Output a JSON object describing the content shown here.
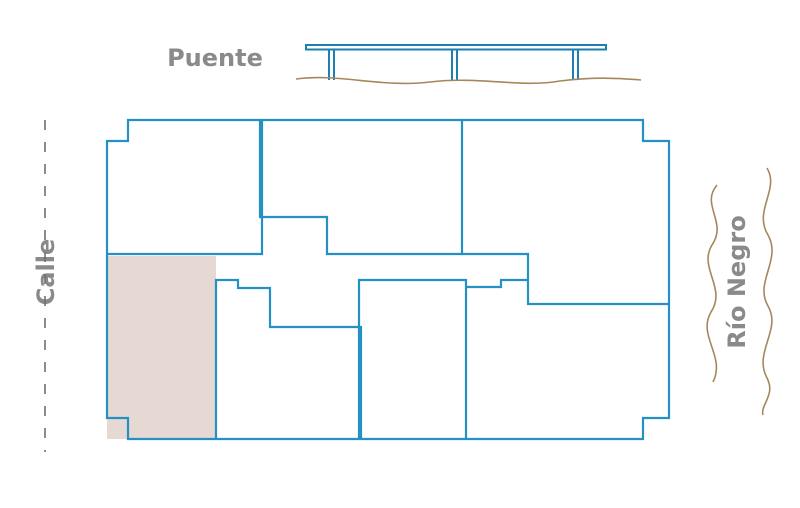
{
  "labels": {
    "bridge": "Puente",
    "street": "Calle",
    "river": "Río Negro"
  },
  "colors": {
    "walls": "#2490c4",
    "highlight": "#e6d8d2",
    "river": "#a5875d",
    "text": "#8a8a8a"
  }
}
